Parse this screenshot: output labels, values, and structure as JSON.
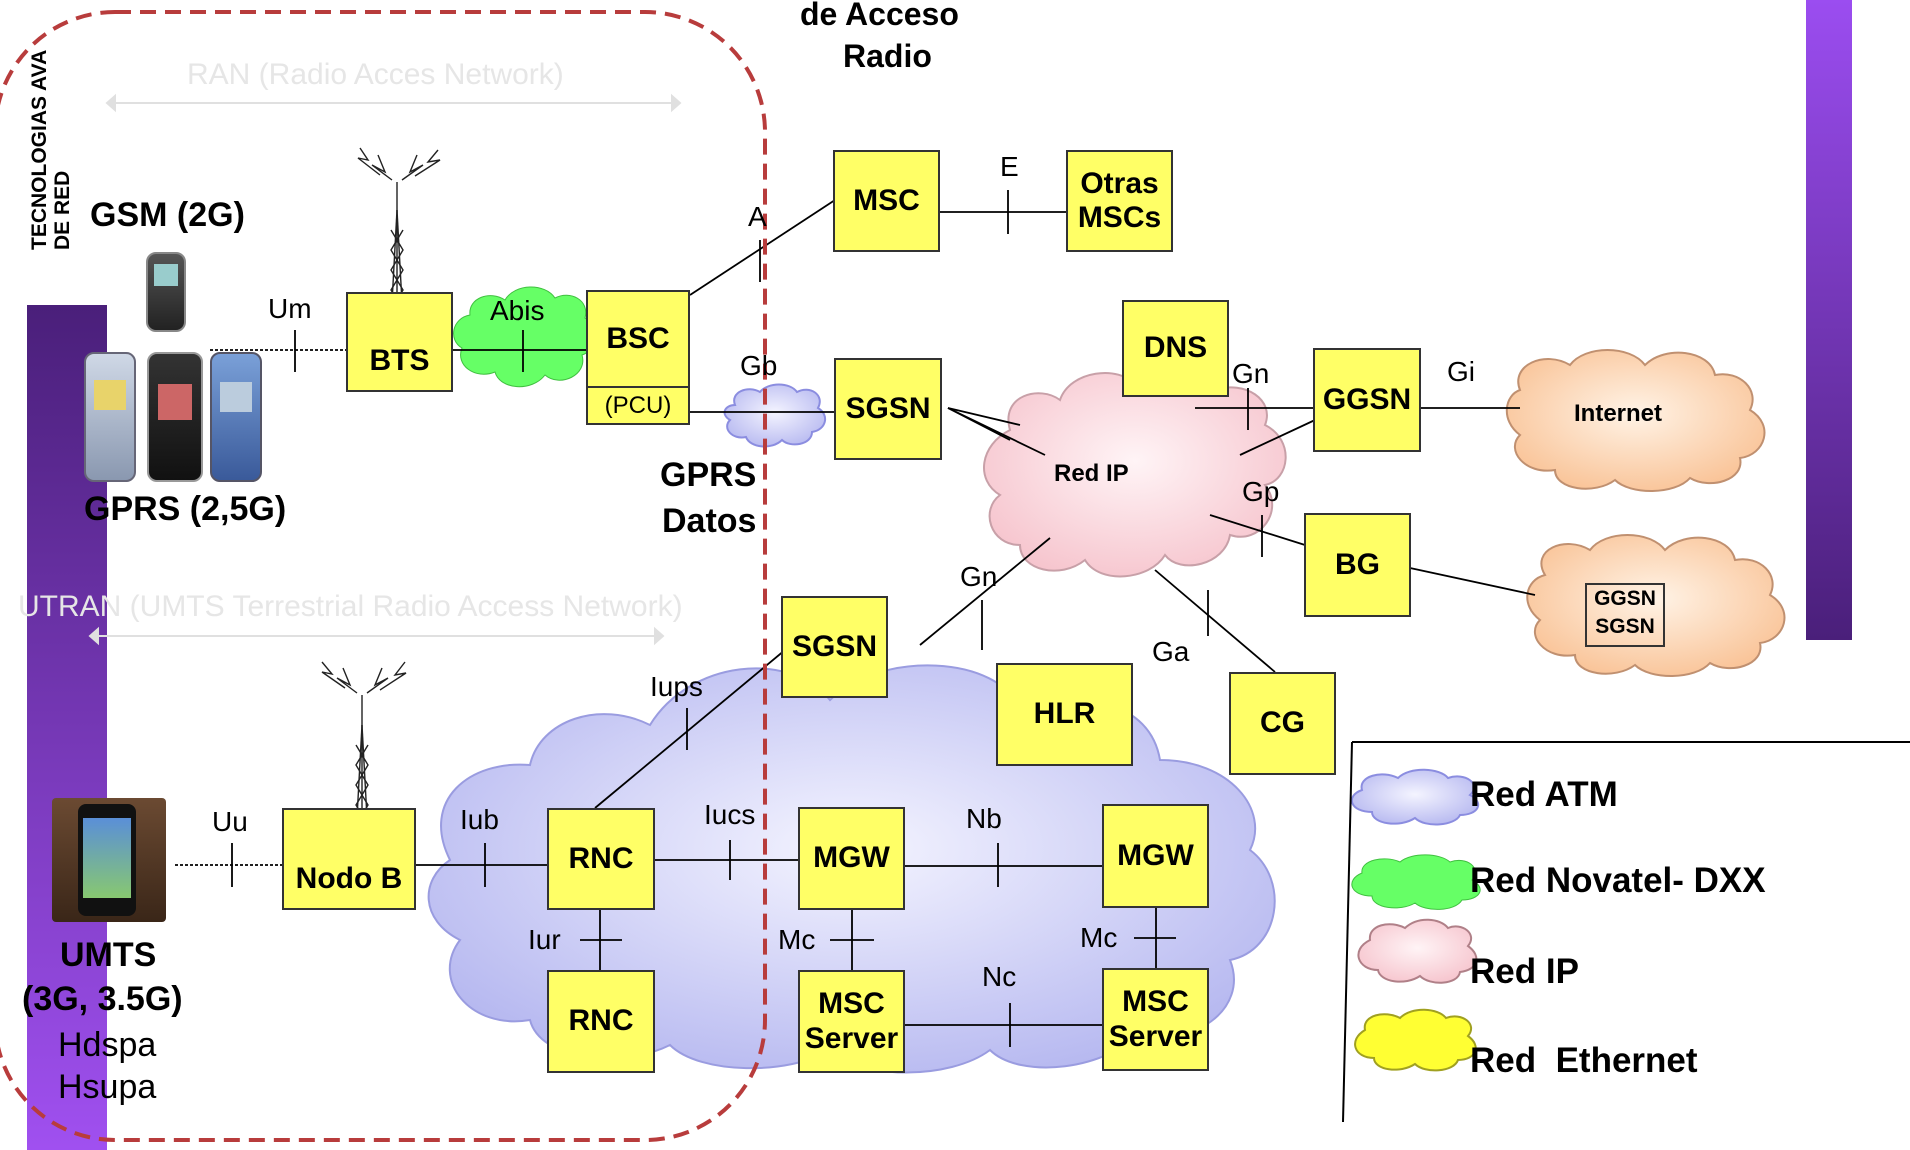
{
  "top_title": {
    "line1": "de Acceso",
    "line2": "Radio"
  },
  "vertical_title": {
    "line1": "TECNOLOGIAS AVA",
    "line2": "DE RED"
  },
  "regions": {
    "ran": "RAN (Radio Acces Network)",
    "utran": "UTRAN (UMTS Terrestrial Radio Access Network)"
  },
  "terminals": {
    "gsm": "GSM (2G)",
    "gprs": "GPRS (2,5G)",
    "umts_line1": "UMTS",
    "umts_line2": "(3G, 3.5G)",
    "hdspa": "Hdspa",
    "hsupa": "Hsupa",
    "gprs_data_line1": "GPRS",
    "gprs_data_line2": "Datos"
  },
  "nodes": {
    "bts": "BTS",
    "bsc": "BSC",
    "pcu": "(PCU)",
    "msc": "MSC",
    "otras_msc_line1": "Otras",
    "otras_msc_line2": "MSCs",
    "sgsn_top": "SGSN",
    "dns": "DNS",
    "ggsn": "GGSN",
    "bg": "BG",
    "cg": "CG",
    "sgsn_bottom": "SGSN",
    "hlr": "HLR",
    "nodo_b": "Nodo B",
    "rnc_top": "RNC",
    "rnc_bottom": "RNC",
    "mgw_left": "MGW",
    "mgw_right": "MGW",
    "msc_server_left_line1": "MSC",
    "msc_server_left_line2": "Server",
    "msc_server_right_line1": "MSC",
    "msc_server_right_line2": "Server"
  },
  "clouds": {
    "red_ip": "Red IP",
    "internet": "Internet",
    "ext_ggsn": "GGSN",
    "ext_sgsn": "SGSN"
  },
  "interfaces": {
    "um": "Um",
    "abis": "Abis",
    "a": "A",
    "e": "E",
    "gb": "Gb",
    "gn_top": "Gn",
    "gi": "Gi",
    "gp": "Gp",
    "gn_mid": "Gn",
    "ga": "Ga",
    "iups": "Iups",
    "uu": "Uu",
    "iub": "Iub",
    "iucs": "Iucs",
    "nb": "Nb",
    "iur": "Iur",
    "mc_left": "Mc",
    "mc_right": "Mc",
    "nc": "Nc"
  },
  "legend": {
    "atm": "Red ATM",
    "novatel": "Red Novatel- DXX",
    "ip": "Red IP",
    "ethernet": "Red  Ethernet"
  },
  "colors": {
    "node_fill": "#ffff66",
    "atm_cloud": "#c7c9f5",
    "novatel_cloud": "#66ff66",
    "ip_cloud": "#fbd6dc",
    "internet_cloud": "#fcd2ae",
    "ethernet_cloud": "#ffff33",
    "purple_bar": "#7a32d9",
    "dashed_region": "#b83c3c"
  }
}
